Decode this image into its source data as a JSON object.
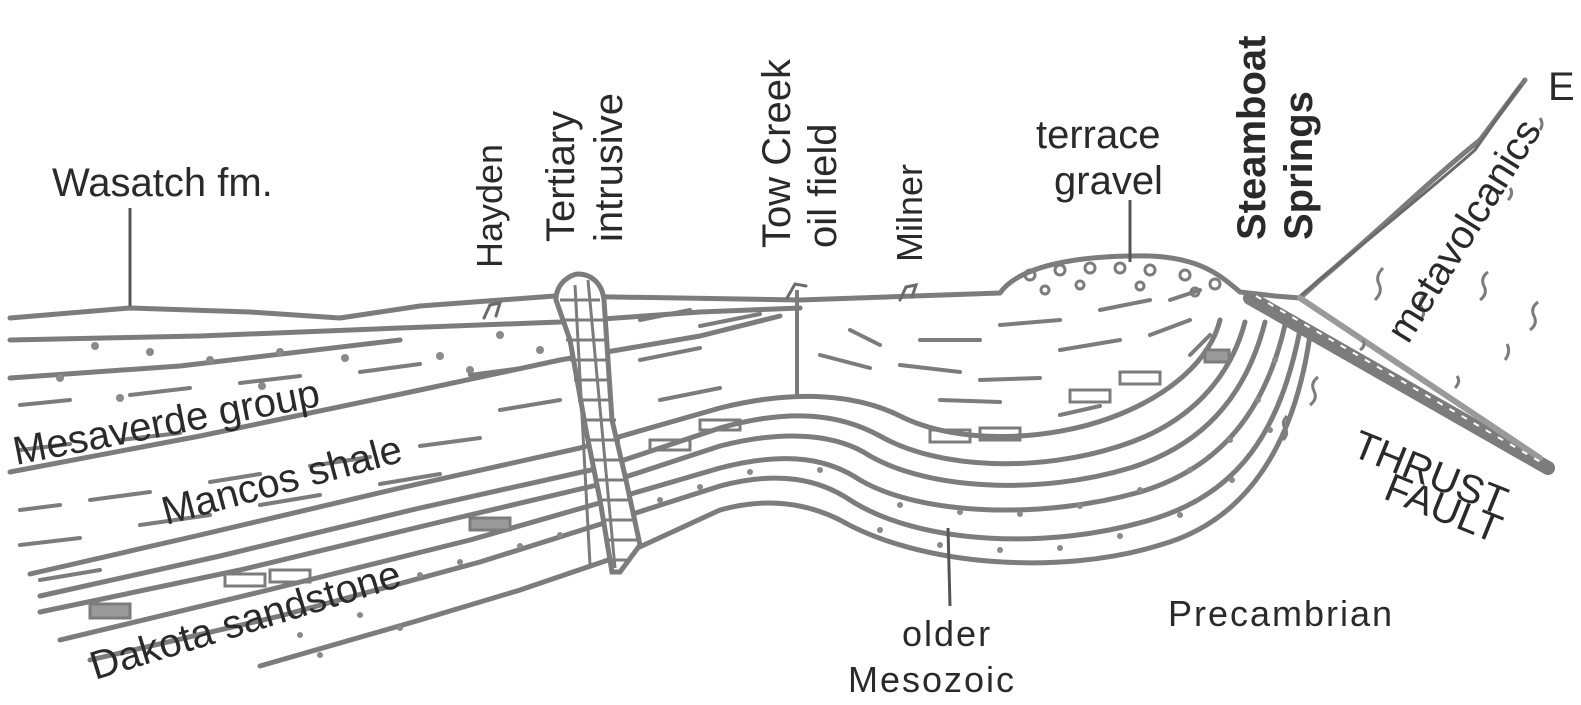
{
  "edge_label": "E",
  "labels": {
    "wasatch": "Wasatch fm.",
    "hayden": "Hayden",
    "tertiary_line1": "Tertiary",
    "tertiary_line2": "intrusive",
    "towcreek_line1": "Tow Creek",
    "towcreek_line2": "oil field",
    "milner": "Milner",
    "terrace_line1": "terrace",
    "terrace_line2": "gravel",
    "steamboat_line1": "Steamboat",
    "steamboat_line2": "Springs",
    "metavolcanics": "metavolcanics",
    "mesaverde": "Mesaverde group",
    "mancos": "Mancos shale",
    "dakota": "Dakota sandstone",
    "thrust_line1": "THRUST",
    "thrust_line2": "FAULT",
    "precambrian": "Precambrian",
    "older_line1": "older",
    "older_line2": "Mesozoic"
  },
  "colors": {
    "line": "#7c7c7c",
    "text": "#2a2a2a",
    "dikes": "#ffffff"
  }
}
